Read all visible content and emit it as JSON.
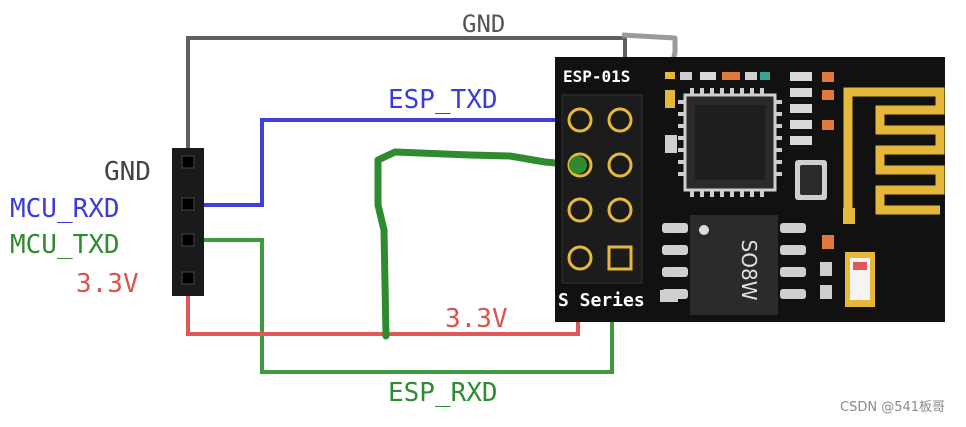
{
  "diagram": {
    "labels": {
      "gnd_top": "GND",
      "esp_txd": "ESP_TXD",
      "gnd_left": "GND",
      "mcu_rxd": "MCU_RXD",
      "mcu_txd": "MCU_TXD",
      "v33_left": "3.3V",
      "v33_bottom": "3.3V",
      "esp_rxd": "ESP_RXD"
    },
    "module": {
      "model": "ESP-01S",
      "series": "S Series",
      "chip_flash": "SO8W"
    },
    "watermark": "CSDN @541板哥",
    "colors": {
      "gnd": "#5a5a5a",
      "txd": "#3b3bdc",
      "rxd": "#2e8b2e",
      "power": "#d9534f",
      "board": "#111111",
      "gold": "#e5b73b"
    }
  }
}
